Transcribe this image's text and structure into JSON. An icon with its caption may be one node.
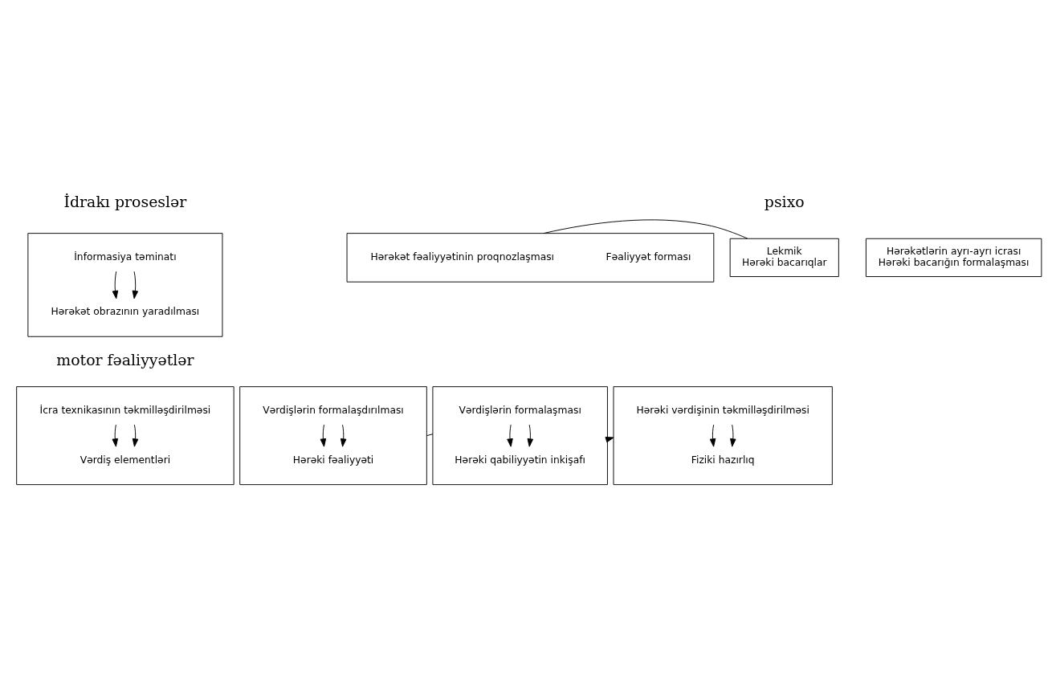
{
  "diagram": {
    "nodes": [
      {
        "text": [],
        "shape": "box"
      },
      {
        "text": [
          "İnformasiya təminatı"
        ],
        "in": 0
      },
      {
        "text": [
          "Hərəkət obrazının yaradılması"
        ],
        "in": 0
      },
      {
        "text": [],
        "shape": "box"
      },
      {
        "text": [
          "Fəaliyyət forması"
        ],
        "in": 3
      },
      {
        "text": [
          "Hərəkət fəaliyyətinin proqnozlaşması"
        ],
        "in": 3
      },
      {
        "text": [
          "Lekmik",
          "Hərəki bacarıqlar"
        ]
      },
      {
        "text": [
          "Hərəkətlərin ayrı-ayrı icrası",
          "Hərəki bacarığın formalaşması"
        ]
      },
      {
        "text": [],
        "shape": "box"
      },
      {
        "text": [
          "İcra texnikasının təkmilləşdirilməsi"
        ],
        "in": 8
      },
      {
        "text": [
          "Vərdiş elementləri"
        ],
        "in": 8
      },
      {
        "text": [],
        "shape": "box"
      },
      {
        "text": [
          "Vərdişlərin formalaşdırılması"
        ],
        "in": 11
      },
      {
        "text": [
          "Hərəki fəaliyyəti"
        ],
        "in": 11
      },
      {
        "text": [],
        "shape": "box"
      },
      {
        "text": [
          "Vərdişlərin formalaşması"
        ],
        "in": 14
      },
      {
        "text": [
          "Hərəki qabiliyyətin inkişafı"
        ],
        "in": 14
      },
      {
        "text": [],
        "shape": "box"
      },
      {
        "text": [
          "Hərəki vərdişinin təkmilləşdirilməsi"
        ],
        "in": 17
      },
      {
        "text": [
          "Fiziki hazırlıq"
        ],
        "in": 17
      }
    ],
    "edges": [
      {
        "from": 1,
        "to": 2,
        "arrow": "to"
      },
      {
        "from": 1,
        "to": 2,
        "arrow": "to"
      },
      {
        "from": 3,
        "to": 6,
        "arrow": "none"
      },
      {
        "from": 9,
        "to": 10,
        "arrow": "to"
      },
      {
        "from": 9,
        "to": 10,
        "arrow": "to"
      },
      {
        "from": 12,
        "to": 13,
        "arrow": "to"
      },
      {
        "from": 12,
        "to": 13,
        "arrow": "to"
      },
      {
        "from": 11,
        "to": 14,
        "arrow": "none"
      },
      {
        "from": 15,
        "to": 16,
        "arrow": "to"
      },
      {
        "from": 15,
        "to": 16,
        "arrow": "to"
      },
      {
        "from": 14,
        "to": 17,
        "arrow": "to"
      },
      {
        "from": 18,
        "to": 19,
        "arrow": "to"
      },
      {
        "from": 18,
        "to": 19,
        "arrow": "to"
      }
    ],
    "labels": [
      "İdrakı proseslər",
      "psixo",
      "motor fəaliyyətlər"
    ]
  }
}
